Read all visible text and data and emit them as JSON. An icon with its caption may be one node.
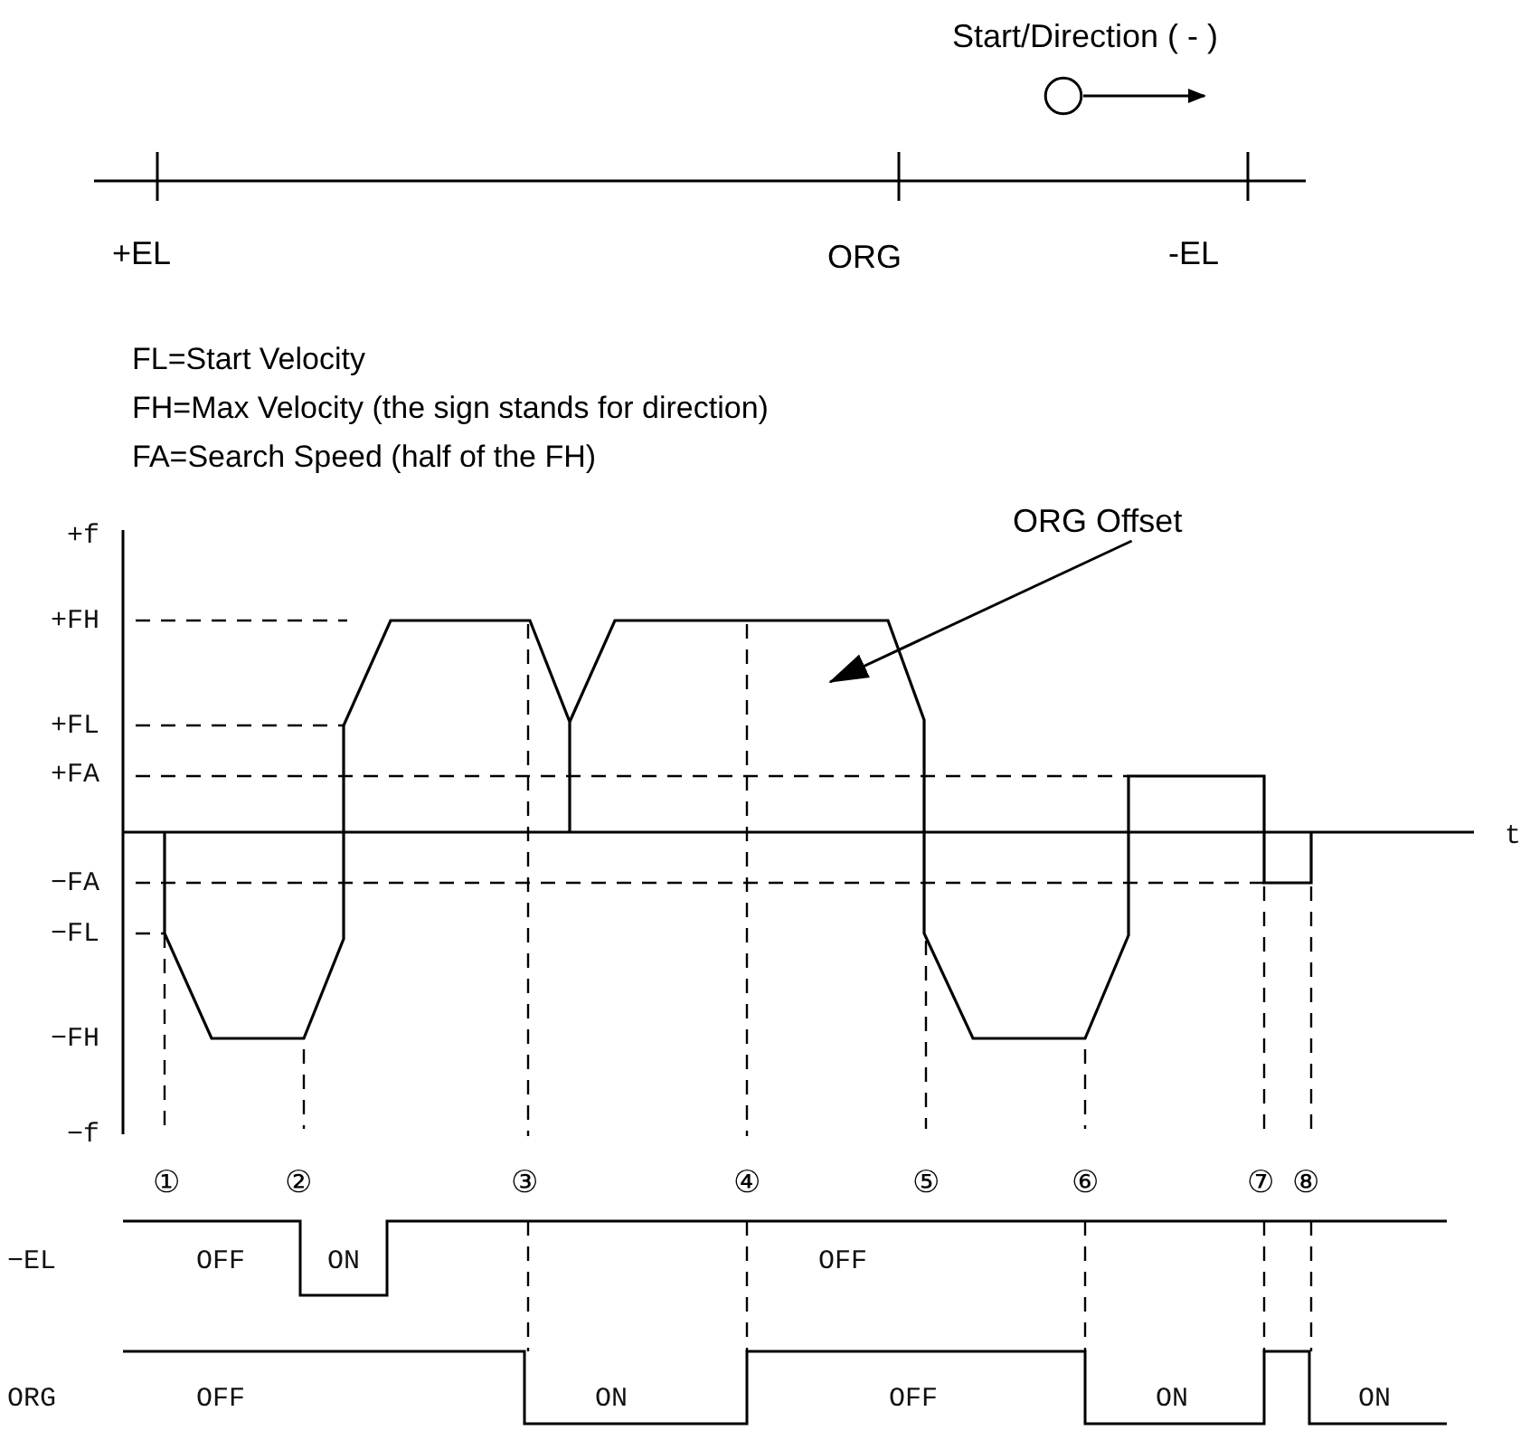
{
  "diagram": {
    "nodes": [
      {
        "text": [],
        "shape": "circle"
      },
      {
        "text": [
          "ORG Offset"
        ]
      }
    ],
    "edges": [
      {
        "from": 0,
        "to": null,
        "arrow": "to"
      },
      {
        "from": 1,
        "to": null,
        "arrow": "to"
      }
    ],
    "labels": [
      "Start/Direction ( - )",
      "+EL",
      "ORG",
      "-EL",
      "FL=Start Velocity",
      "FH=Max Velocity (the sign stands for direction)",
      "FA=Search Speed (half of the FH)",
      "+f",
      "+FH",
      "+FL",
      "+FA",
      "−FA",
      "−FL",
      "−FH",
      "−f",
      "t",
      "①",
      "②",
      "③",
      "④",
      "⑤",
      "⑥",
      "⑦",
      "⑧",
      "−EL",
      "OFF",
      "ON",
      "OFF",
      "ORG",
      "OFF",
      "ON",
      "OFF",
      "ON",
      "ON"
    ]
  }
}
